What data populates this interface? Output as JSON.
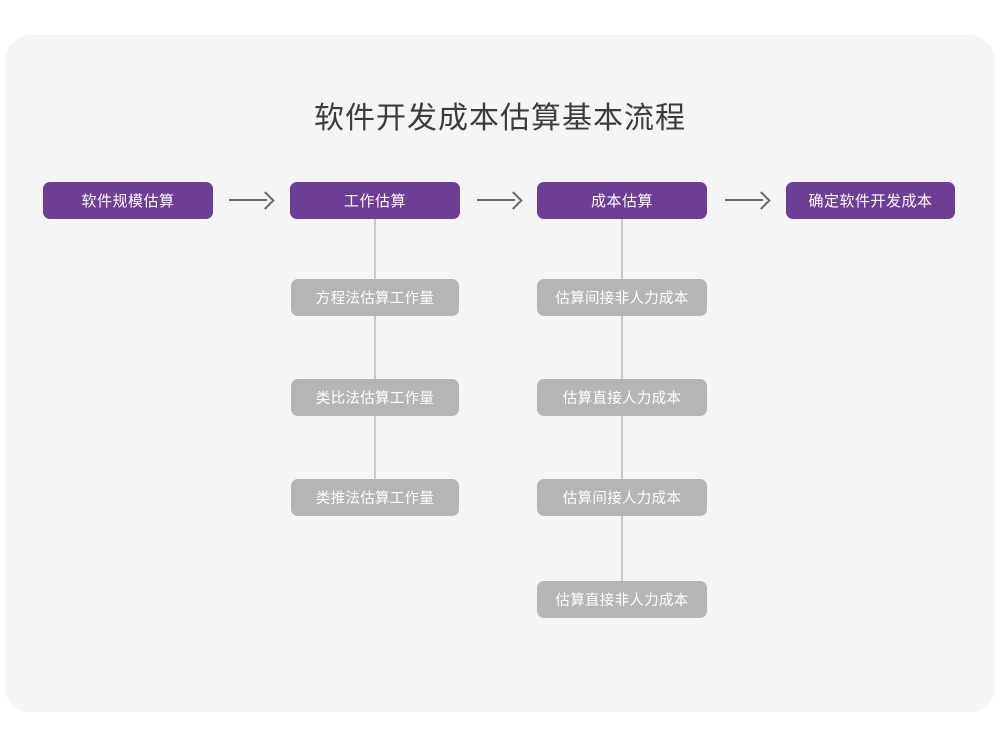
{
  "page": {
    "background_color": "#ffffff",
    "card_background_color": "#f5f5f5"
  },
  "diagram": {
    "title": "软件开发成本估算基本流程",
    "type": "flowchart",
    "colors": {
      "primary_node": "#6e3d96",
      "secondary_node": "#b5b5b5",
      "node_text": "#ffffff",
      "title_text": "#3c3c3c",
      "arrow": "#6b6b6b",
      "connector_line": "#c9c9c9"
    },
    "main_flow": [
      {
        "label": "软件规模估算"
      },
      {
        "label": "工作估算"
      },
      {
        "label": "成本估算"
      },
      {
        "label": "确定软件开发成本"
      }
    ],
    "arrows": [
      {
        "name": "arrow-1",
        "glyph": "→"
      },
      {
        "name": "arrow-2",
        "glyph": "→"
      },
      {
        "name": "arrow-3",
        "glyph": "→"
      }
    ],
    "branches": [
      {
        "parent": "工作估算",
        "items": [
          {
            "label": "方程法估算工作量"
          },
          {
            "label": "类比法估算工作量"
          },
          {
            "label": "类推法估算工作量"
          }
        ]
      },
      {
        "parent": "成本估算",
        "items": [
          {
            "label": "估算间接非人力成本"
          },
          {
            "label": "估算直接人力成本"
          },
          {
            "label": "估算间接人力成本"
          },
          {
            "label": "估算直接非人力成本"
          }
        ]
      }
    ]
  }
}
